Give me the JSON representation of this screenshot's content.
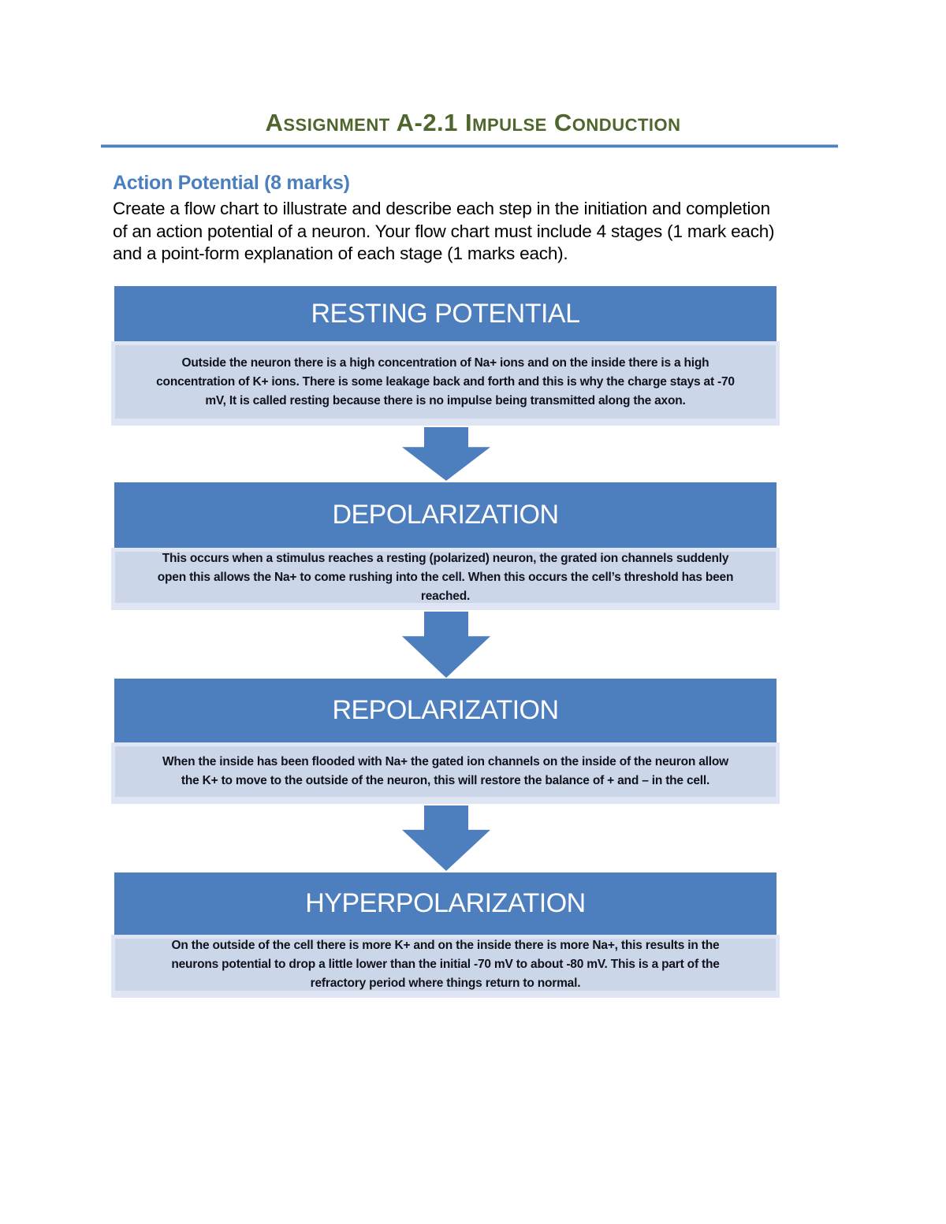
{
  "document": {
    "title": "Assignment A-2.1 Impulse Conduction",
    "section_heading": "Action Potential (8 marks)",
    "intro": "Create a flow chart to illustrate and describe each step in the initiation and completion\nof an action potential of a neuron. Your flow chart must include 4 stages (1 mark each)\nand a point-form explanation of each stage (1 marks each)."
  },
  "flowchart": {
    "stages": [
      {
        "title": "RESTING POTENTIAL",
        "description": "Outside the neuron there is a high concentration of Na+ ions and on the inside there is a high\nconcentration of K+ ions. There is some leakage back and forth and this is why the charge stays at -70\nmV, It is called resting because there is no impulse being transmitted along the axon."
      },
      {
        "title": "DEPOLARIZATION",
        "description": "This occurs when a stimulus reaches a resting (polarized) neuron, the grated ion channels suddenly\nopen this allows the Na+ to come rushing into the cell. When this occurs the cell’s threshold has been\nreached."
      },
      {
        "title": "REPOLARIZATION",
        "description": "When the inside has been flooded with Na+ the gated ion channels on the inside of the neuron allow\nthe K+ to move to the outside of the neuron, this will restore the balance of + and – in the cell."
      },
      {
        "title": "HYPERPOLARIZATION",
        "description": "On the outside of the cell there is more K+ and on the inside there is more Na+, this results in the\nneurons potential to drop a little lower than the initial -70 mV to about -80 mV. This is a part of the\nrefractory period where things return to normal."
      }
    ]
  },
  "colors": {
    "accent_blue": "#4d7ebd",
    "rule_blue": "#4f81bd",
    "title_green": "#4e662b",
    "heading_blue": "#4a7ebd",
    "body_box_fill": "#ccd6e9",
    "body_box_border": "#dfe5f2",
    "body_text": "#10131c"
  }
}
